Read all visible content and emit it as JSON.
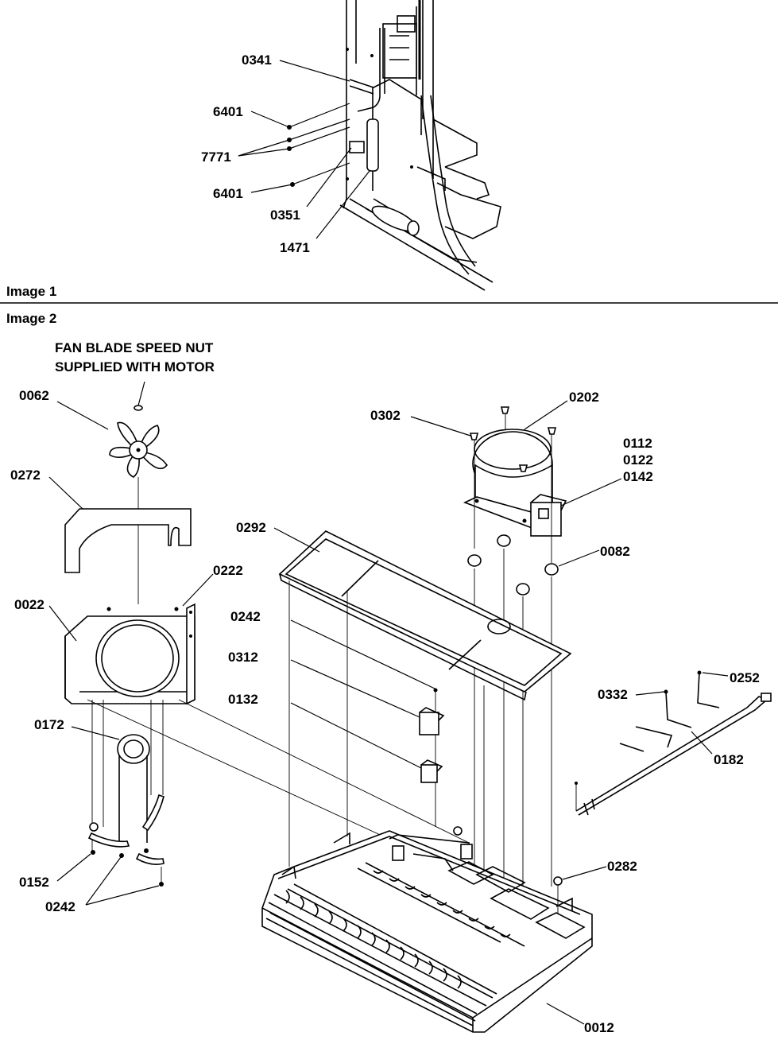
{
  "image1": {
    "title": "Image 1",
    "callouts": [
      "0341",
      "6401",
      "7771",
      "6401",
      "0351",
      "1471"
    ]
  },
  "image2": {
    "title": "Image 2",
    "note_line1": "FAN BLADE SPEED NUT",
    "note_line2": "SUPPLIED WITH MOTOR",
    "callouts": [
      "0062",
      "0272",
      "0222",
      "0022",
      "0172",
      "0152",
      "0242",
      "0302",
      "0202",
      "0112",
      "0122",
      "0142",
      "0292",
      "0082",
      "0242",
      "0312",
      "0132",
      "0332",
      "0252",
      "0182",
      "0282",
      "0012"
    ]
  }
}
